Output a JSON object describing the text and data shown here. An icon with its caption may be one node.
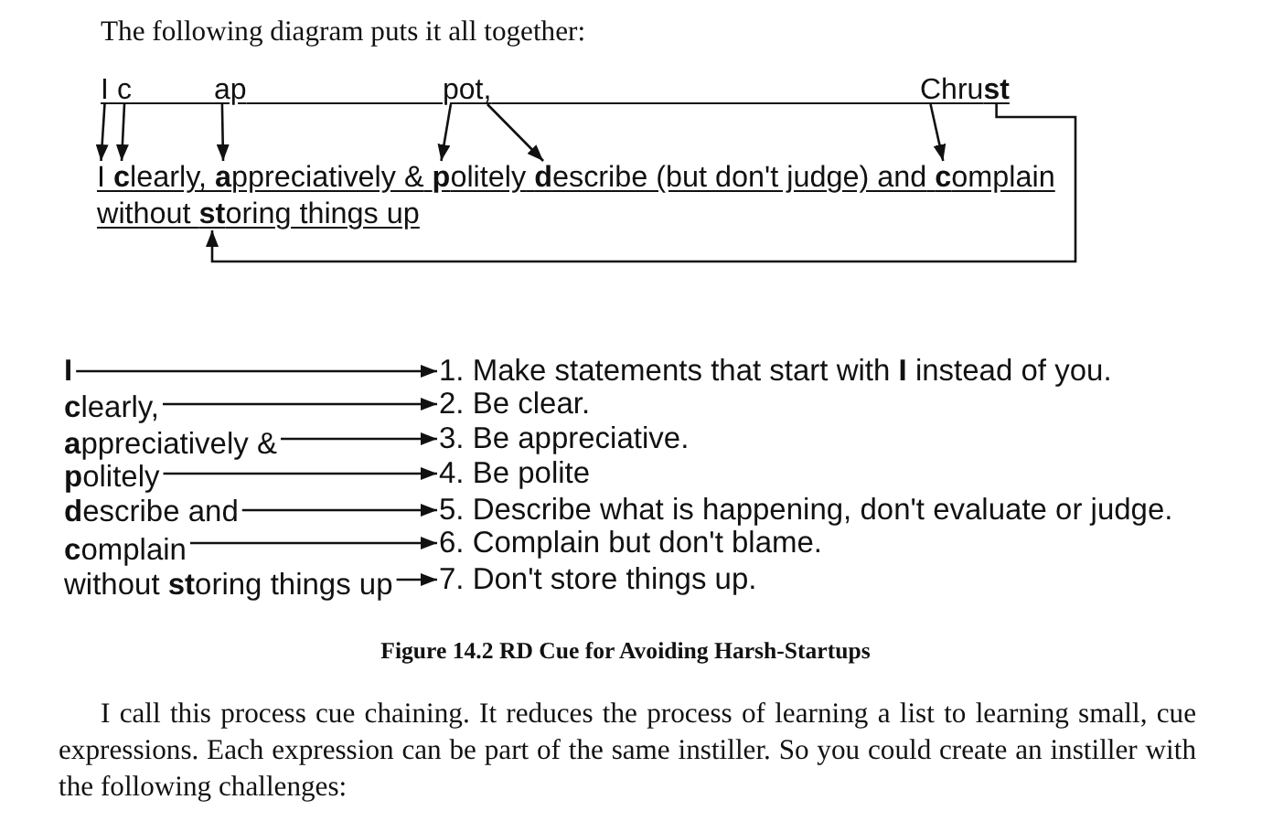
{
  "diagram": {
    "caption": "Figure 14.2 RD Cue for Avoiding Harsh-Startups",
    "nodes": [
      {
        "text": [
          "I"
        ]
      },
      {
        "text": [
          "c"
        ]
      },
      {
        "text": [
          "ap"
        ]
      },
      {
        "text": [
          "pot,"
        ]
      },
      {
        "text": [
          "Chru**st**"
        ]
      },
      {
        "text": [
          "I"
        ]
      },
      {
        "text": [
          "**c**learly,"
        ]
      },
      {
        "text": [
          "**a**ppreciatively &"
        ]
      },
      {
        "text": [
          "**p**olitely"
        ]
      },
      {
        "text": [
          "**d**escribe (but don't judge) and"
        ]
      },
      {
        "text": [
          "**c**omplain"
        ]
      },
      {
        "text": [
          "without **st**oring things up"
        ]
      },
      {
        "text": [
          "I"
        ]
      },
      {
        "text": [
          "1. Make statements that start with **I** instead of you."
        ]
      },
      {
        "text": [
          "**c**learly,"
        ]
      },
      {
        "text": [
          "2. Be clear."
        ]
      },
      {
        "text": [
          "**a**ppreciatively &"
        ]
      },
      {
        "text": [
          "3. Be appreciative."
        ]
      },
      {
        "text": [
          "**p**olitely"
        ]
      },
      {
        "text": [
          "4. Be polite"
        ]
      },
      {
        "text": [
          "**d**escribe and"
        ]
      },
      {
        "text": [
          "5. Describe what is happening, don't evaluate or judge."
        ]
      },
      {
        "text": [
          "**c**omplain"
        ]
      },
      {
        "text": [
          "6. Complain but don't blame."
        ]
      },
      {
        "text": [
          "without **st**oring things up"
        ]
      },
      {
        "text": [
          "7. Don't store things up."
        ]
      }
    ],
    "edges": [
      {
        "from": 0,
        "to": 5,
        "arrow": "to"
      },
      {
        "from": 1,
        "to": 6,
        "arrow": "to"
      },
      {
        "from": 2,
        "to": 7,
        "arrow": "to"
      },
      {
        "from": 3,
        "to": 8,
        "arrow": "to"
      },
      {
        "from": 3,
        "to": 9,
        "arrow": "to"
      },
      {
        "from": 4,
        "to": 10,
        "arrow": "to"
      },
      {
        "from": 4,
        "to": 11,
        "arrow": "to"
      },
      {
        "from": 12,
        "to": 13,
        "arrow": "to"
      },
      {
        "from": 14,
        "to": 15,
        "arrow": "to"
      },
      {
        "from": 16,
        "to": 17,
        "arrow": "to"
      },
      {
        "from": 18,
        "to": 19,
        "arrow": "to"
      },
      {
        "from": 20,
        "to": 21,
        "arrow": "to"
      },
      {
        "from": 22,
        "to": 23,
        "arrow": "to"
      },
      {
        "from": 24,
        "to": 25,
        "arrow": "to"
      }
    ],
    "labels": [
      "The following diagram puts it all together:",
      "I call this process cue chaining. It reduces the process of learning a list to learning small, cue expressions. Each expression can be part of the same instiller. So you could create an instiller with the following challenges:"
    ]
  }
}
